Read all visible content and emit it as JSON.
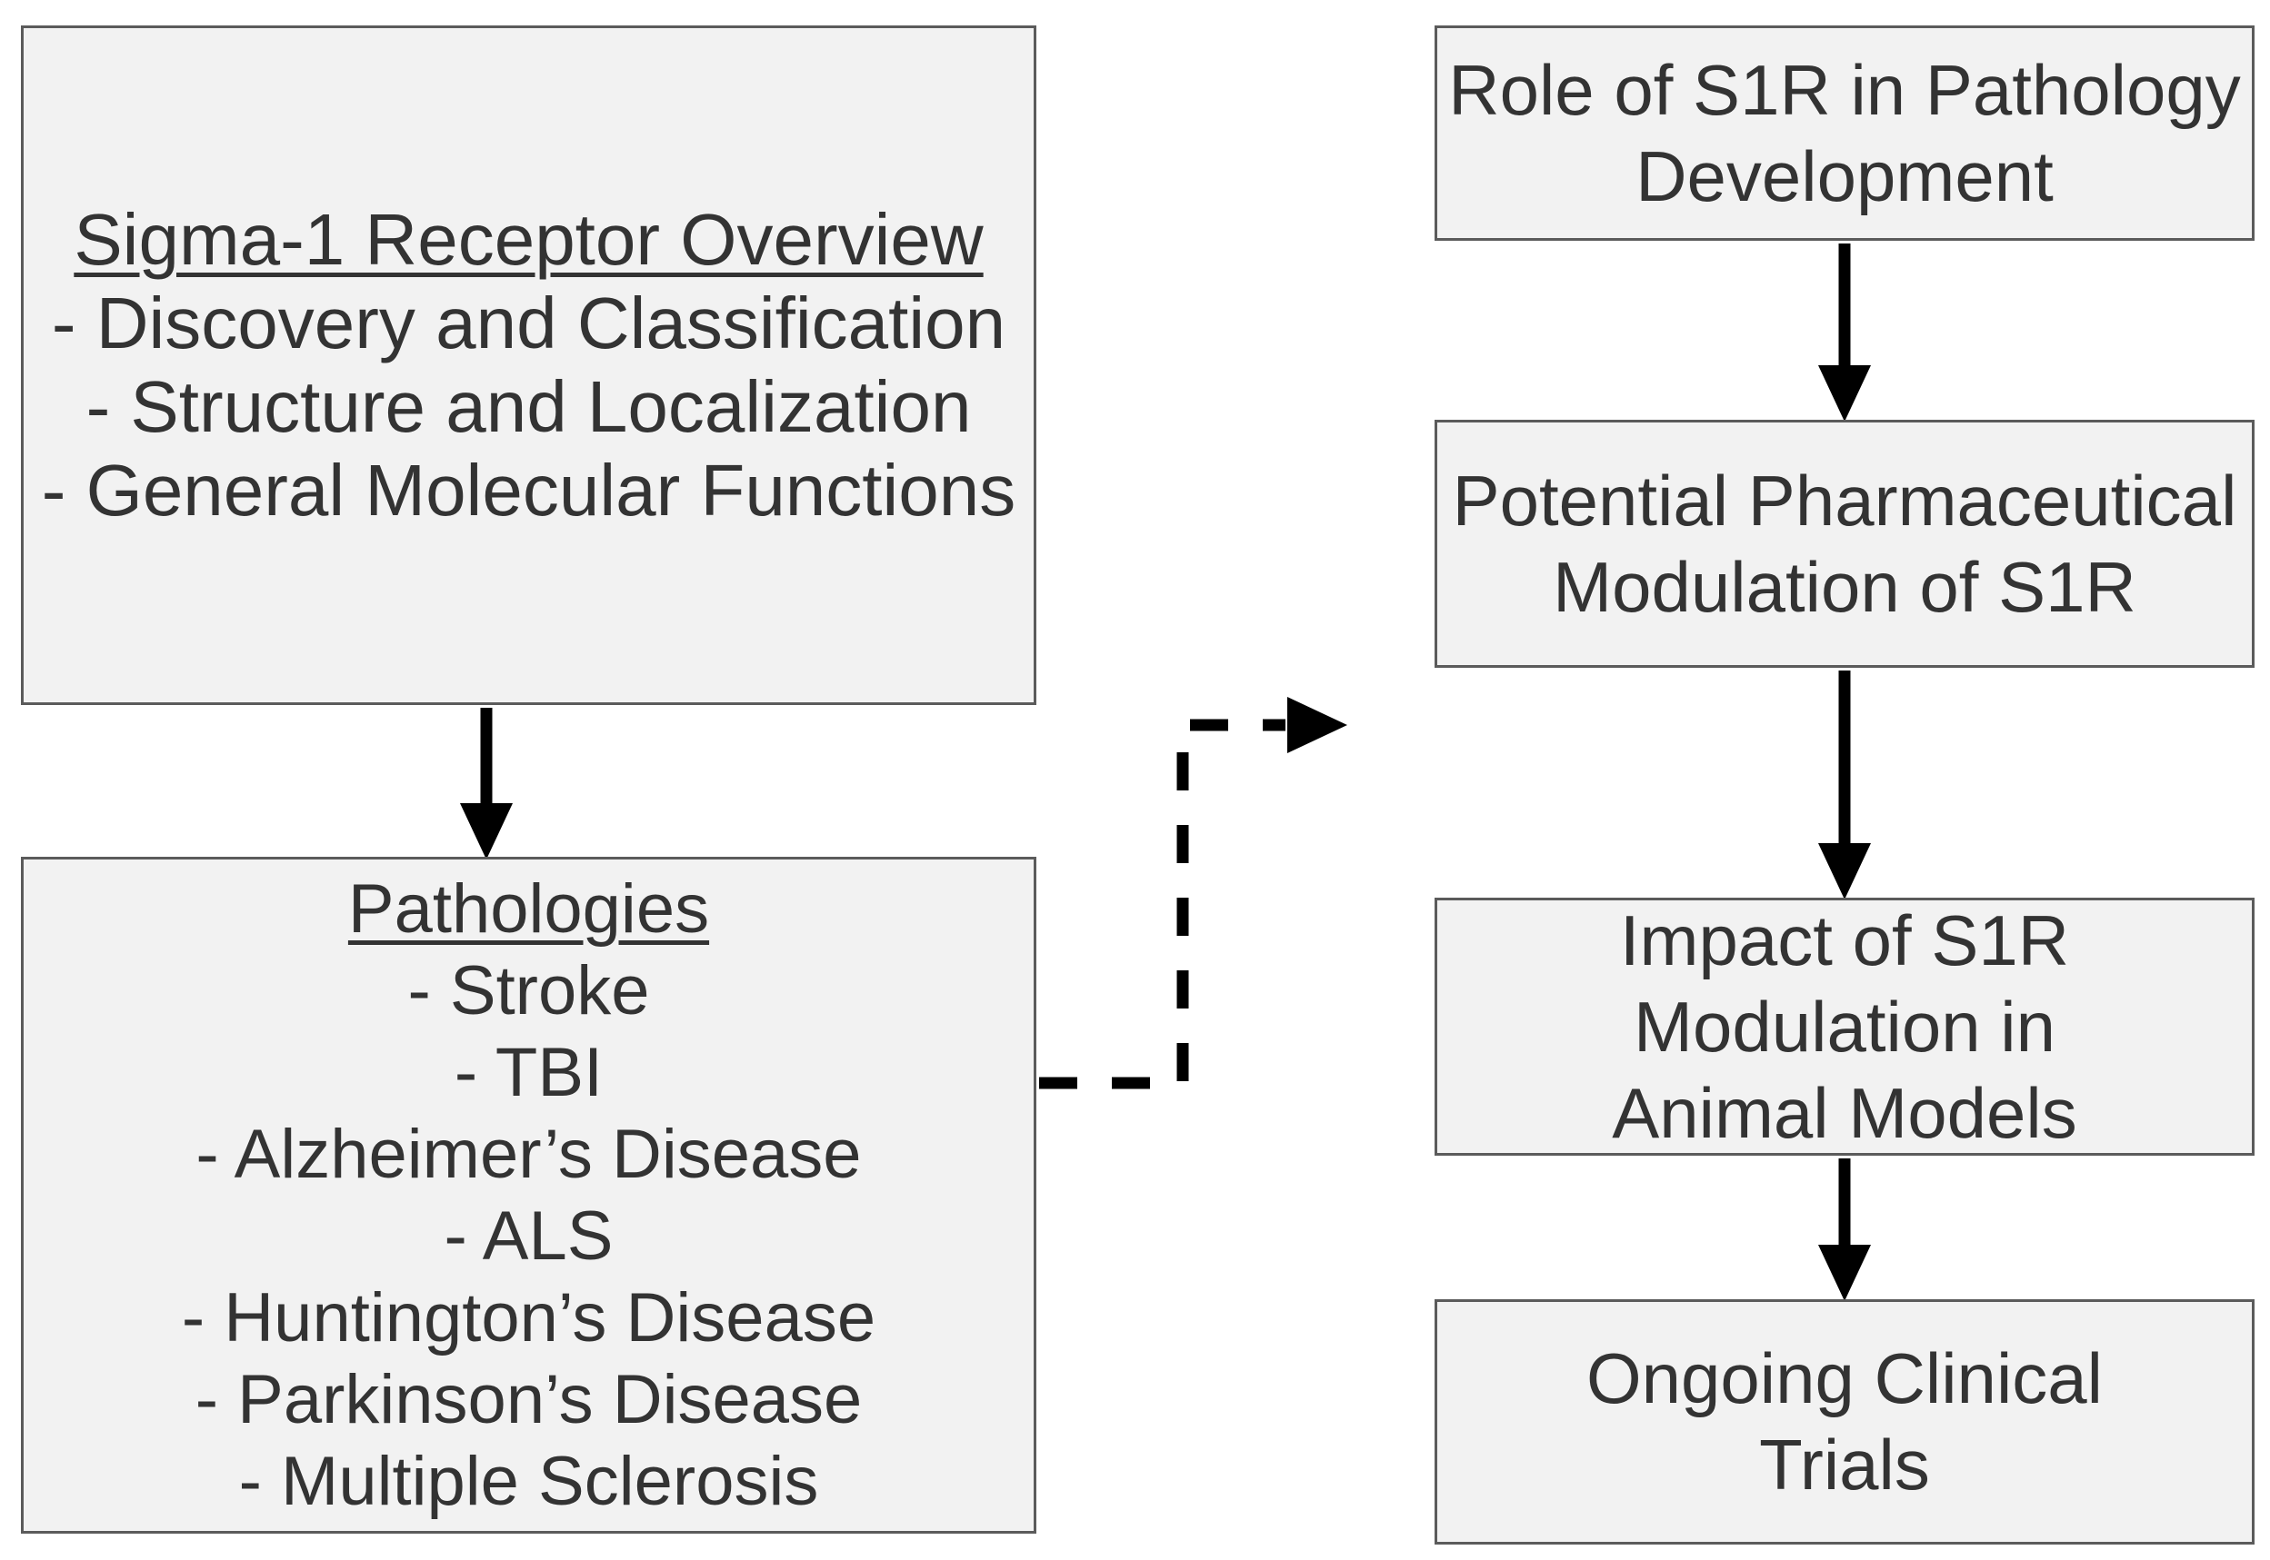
{
  "diagram": {
    "colors": {
      "background": "#ffffff",
      "node_fill": "#f2f2f2",
      "node_border": "#5b5b5b",
      "text": "#333333",
      "arrow": "#000000"
    },
    "nodes": {
      "overview": {
        "title": "Sigma-1 Receptor Overview",
        "items": [
          "- Discovery and Classification",
          "- Structure and Localization",
          "- General Molecular Functions"
        ]
      },
      "pathologies": {
        "title": "Pathologies",
        "items": [
          "- Stroke",
          "- TBI",
          "- Alzheimer’s Disease",
          "- ALS",
          "- Huntington’s Disease",
          "- Parkinson’s Disease",
          "- Multiple Sclerosis"
        ]
      },
      "role": {
        "lines": [
          "Role of S1R in Pathology",
          "Development"
        ]
      },
      "modulation": {
        "lines": [
          "Potential Pharmaceutical",
          "Modulation of S1R"
        ]
      },
      "impact": {
        "lines": [
          "Impact of S1R Modulation in",
          "Animal Models"
        ]
      },
      "trials": {
        "lines": [
          "Ongoing Clinical",
          "Trials"
        ]
      }
    }
  }
}
